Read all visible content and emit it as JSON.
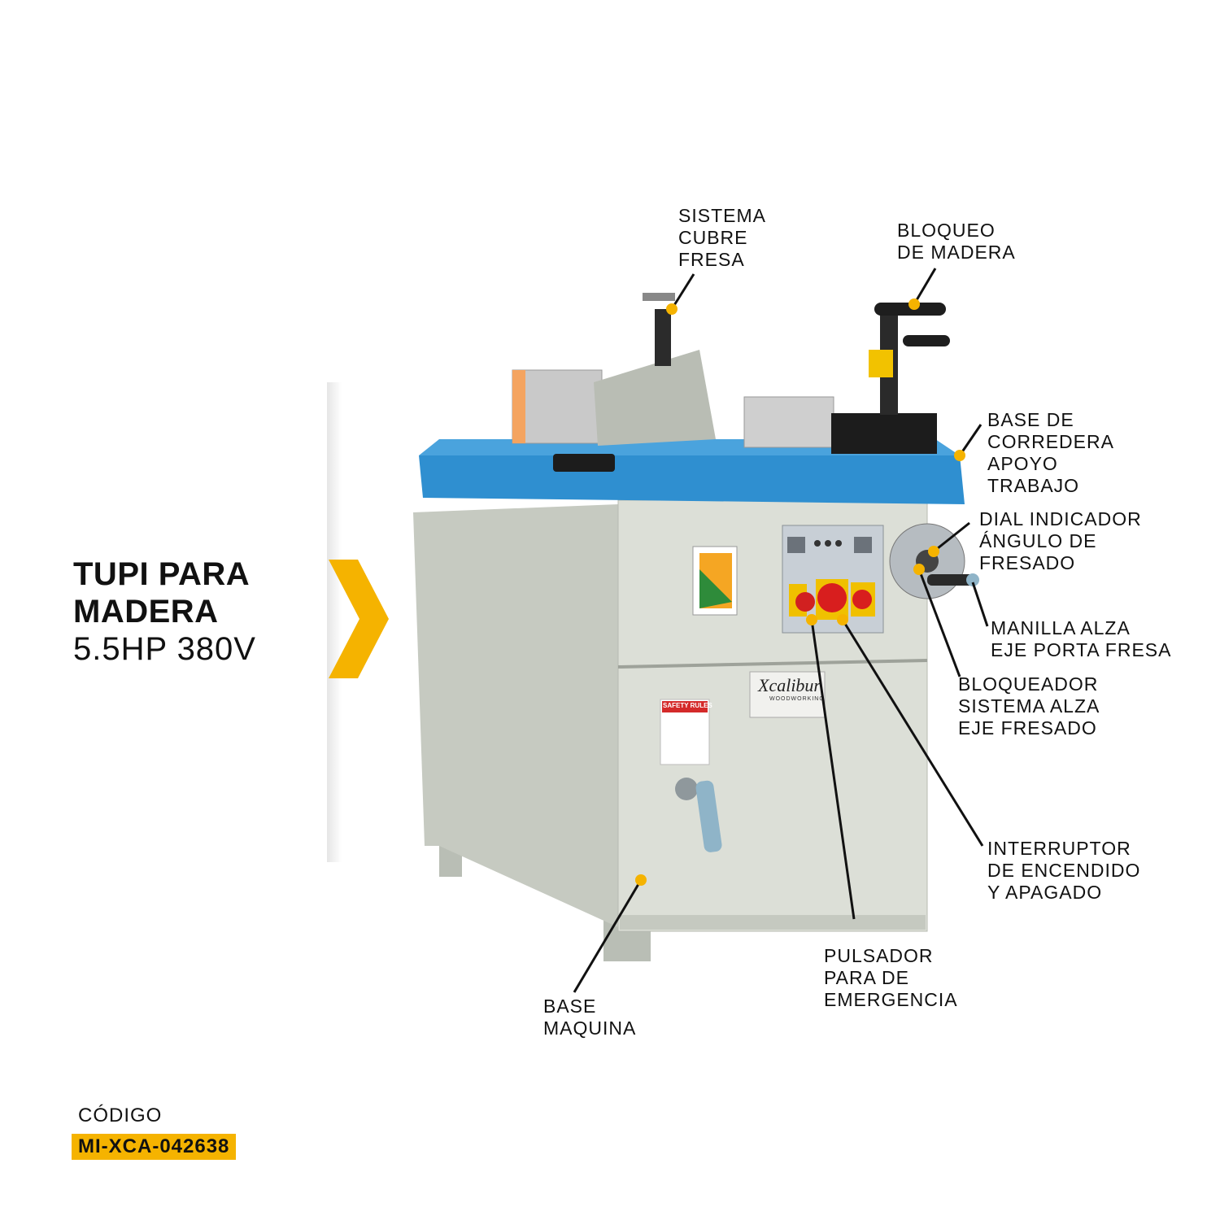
{
  "product": {
    "title_line1": "TUPI PARA",
    "title_line2": "MADERA",
    "subtitle": "5.5HP 380V"
  },
  "code": {
    "label": "CÓDIGO",
    "value": "MI-XCA-042638"
  },
  "machine": {
    "brand": "Xcalibur",
    "brand_sub": "WOODWORKING",
    "safety_label": "SAFETY RULES"
  },
  "callouts": {
    "cubre_fresa": "SISTEMA\nCUBRE\nFRESA",
    "bloqueo_madera": "BLOQUEO\nDE MADERA",
    "base_corredera": "BASE DE\nCORREDERA\nAPOYO\nTRABAJO",
    "dial_indicador": "DIAL INDICADOR\nÁNGULO DE\nFRESADO",
    "manilla_alza": "MANILLA ALZA\nEJE PORTA FRESA",
    "bloqueador_sistema": "BLOQUEADOR\nSISTEMA ALZA\nEJE FRESADO",
    "interruptor": "INTERRUPTOR\nDE ENCENDIDO\nY APAGADO",
    "pulsador": "PULSADOR\nPARA DE\nEMERGENCIA",
    "base_maquina": "BASE\nMAQUINA"
  },
  "colors": {
    "accent": "#f5b300",
    "table_blue": "#2f8fd0",
    "body_grey": "#d9ddd3",
    "dark": "#111111"
  }
}
